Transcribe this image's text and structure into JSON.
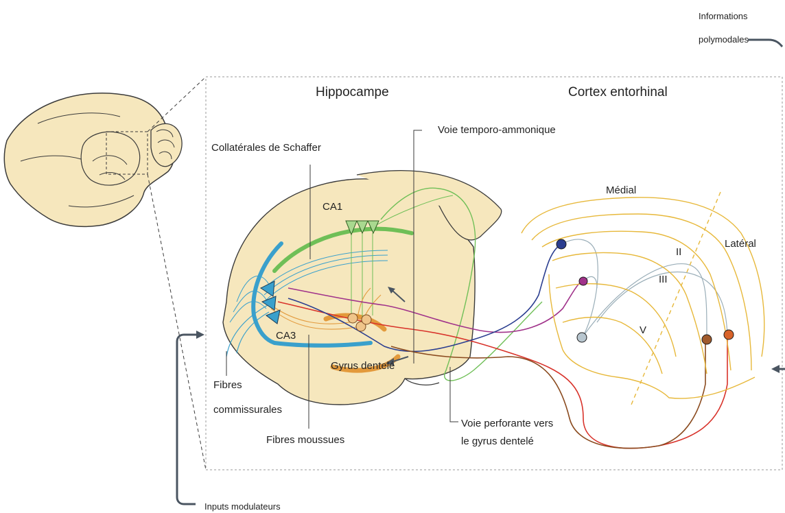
{
  "titles": {
    "hippocampus": "Hippocampe",
    "entorhinal_cortex": "Cortex entorhinal"
  },
  "labels": {
    "polymodal_line1": "Informations",
    "polymodal_line2": "polymodales",
    "schaffer": "Collatérales de Schaffer",
    "temporo_ammonic": "Voie temporo-ammonique",
    "ca1": "CA1",
    "ca3": "CA3",
    "dentate_gyrus": "Gyrus dentelé",
    "commissural_line1": "Fibres",
    "commissural_line2": "commissurales",
    "mossy_fibers": "Fibres moussues",
    "perforant_line1": "Voie perforante vers",
    "perforant_line2": "le gyrus dentelé",
    "modulatory_inputs": "Inputs modulateurs",
    "medial": "Médial",
    "lateral": "Latéral",
    "layer_ii": "II",
    "layer_iii": "III",
    "layer_v": "V"
  },
  "colors": {
    "brain_fill": "#f6e7bd",
    "brain_stroke": "#3a3a3a",
    "ca_green": "#6fbf57",
    "ca3_blue": "#3aa0cc",
    "dentate_orange": "#e39a3c",
    "cortex_yellow": "#e7b83a",
    "pathway_red": "#d8322a",
    "pathway_purple": "#a0328a",
    "pathway_navy": "#2a3d8f",
    "pathway_brown": "#8a4a1e",
    "grey_fiber": "#9aaeb8",
    "arrow_dark": "#4a5561"
  }
}
